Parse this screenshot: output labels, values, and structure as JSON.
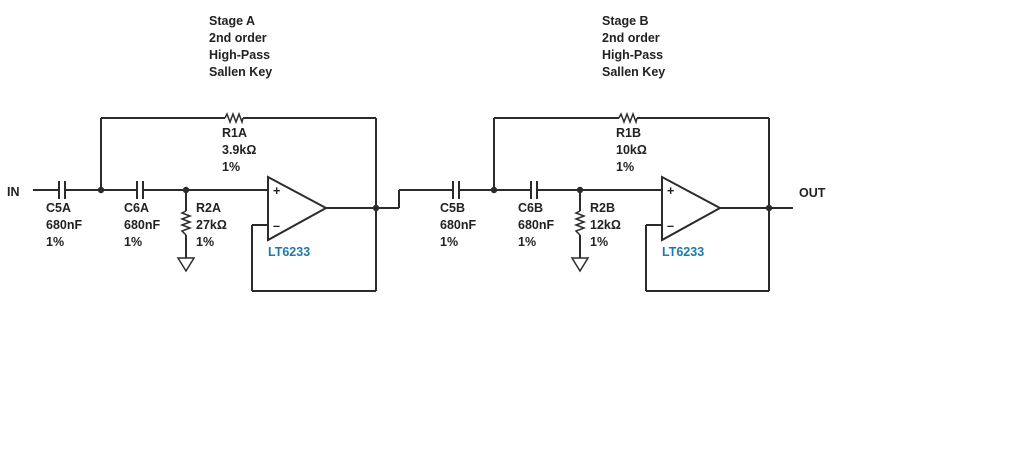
{
  "colors": {
    "wire": "#2b2b2b",
    "text": "#222222",
    "chip_label": "#1f7aa8"
  },
  "io": {
    "input": "IN",
    "output": "OUT"
  },
  "stage_a": {
    "title": [
      "Stage A",
      "2nd order",
      "High-Pass",
      "Sallen Key"
    ],
    "r1": {
      "name": "R1A",
      "value": "3.9kΩ",
      "tol": "1%"
    },
    "c5": {
      "name": "C5A",
      "value": "680nF",
      "tol": "1%"
    },
    "c6": {
      "name": "C6A",
      "value": "680nF",
      "tol": "1%"
    },
    "r2": {
      "name": "R2A",
      "value": "27kΩ",
      "tol": "1%"
    },
    "opamp": "LT6233"
  },
  "stage_b": {
    "title": [
      "Stage B",
      "2nd order",
      "High-Pass",
      "Sallen Key"
    ],
    "r1": {
      "name": "R1B",
      "value": "10kΩ",
      "tol": "1%"
    },
    "c5": {
      "name": "C5B",
      "value": "680nF",
      "tol": "1%"
    },
    "c6": {
      "name": "C6B",
      "value": "680nF",
      "tol": "1%"
    },
    "r2": {
      "name": "R2B",
      "value": "12kΩ",
      "tol": "1%"
    },
    "opamp": "LT6233"
  },
  "opamp_pins": {
    "plus": "+",
    "minus": "–"
  }
}
